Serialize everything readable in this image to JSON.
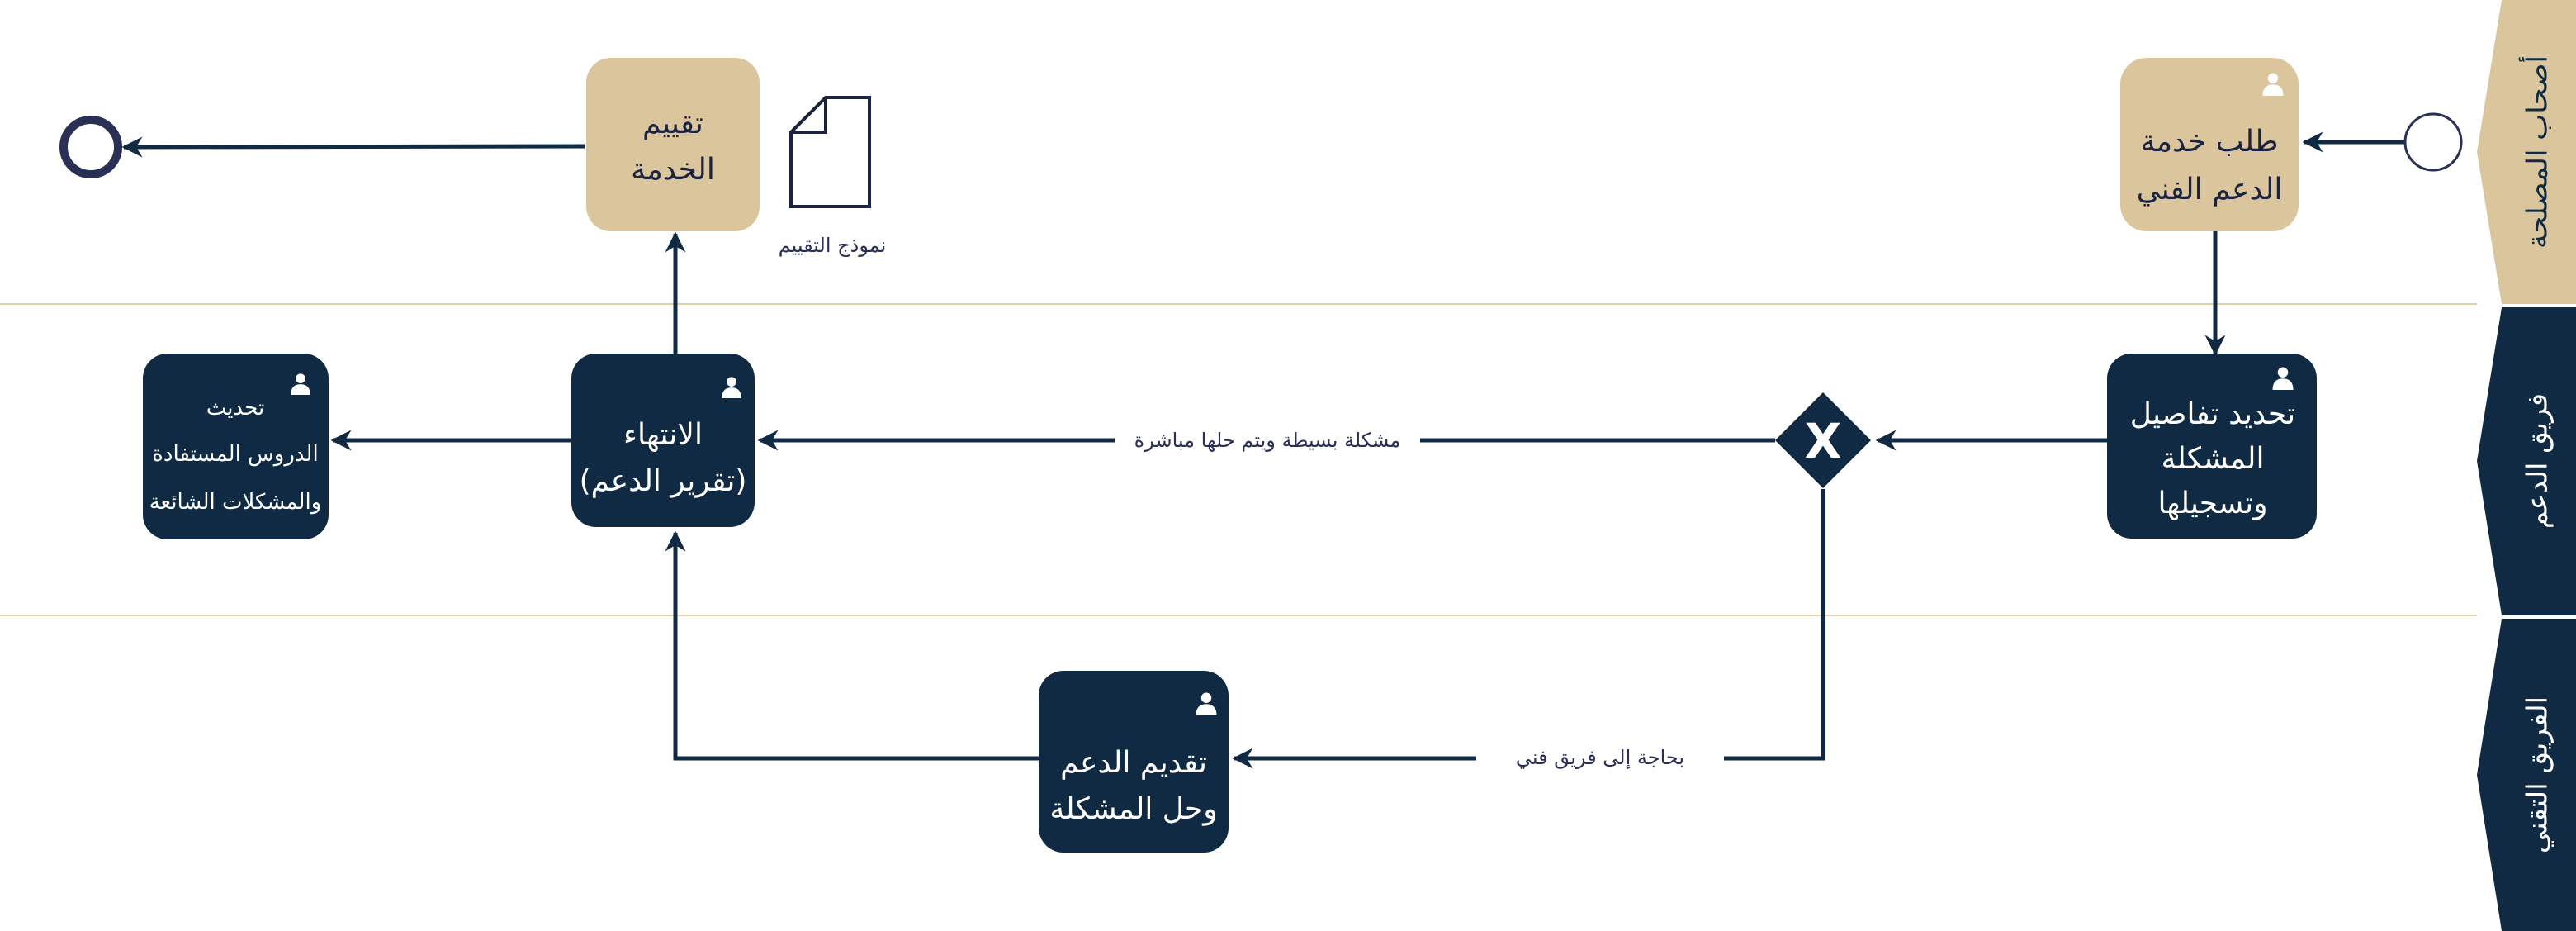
{
  "colors": {
    "navy": "#0f2a42",
    "tan": "#dbc59c",
    "divider": "#e3cfa6",
    "line": "#0f2a42",
    "event_stroke": "#2a2f55"
  },
  "lanes": [
    {
      "id": "stakeholders",
      "label": "أصحاب المصلحة"
    },
    {
      "id": "support_team",
      "label": "فريق الدعم"
    },
    {
      "id": "technical_team",
      "label": "الفريق التقني"
    }
  ],
  "tasks": {
    "request_service": {
      "lines": [
        "طلب خدمة",
        "الدعم الفني"
      ],
      "icon": "user-icon"
    },
    "evaluate_service": {
      "lines": [
        "تقييم",
        "الخدمة"
      ]
    },
    "define_problem": {
      "lines": [
        "تحديد تفاصيل",
        "المشكلة",
        "وتسجيلها"
      ],
      "icon": "user-icon"
    },
    "finish_report": {
      "lines": [
        "الانتهاء",
        "(تقرير الدعم)"
      ],
      "icon": "user-icon"
    },
    "update_lessons": {
      "lines": [
        "تحديث",
        "الدروس المستفادة",
        "والمشكلات الشائعة"
      ],
      "icon": "user-icon"
    },
    "provide_support": {
      "lines": [
        "تقديم الدعم",
        "وحل المشكلة"
      ],
      "icon": "user-icon"
    }
  },
  "gateway": {
    "symbol": "X"
  },
  "document": {
    "label": "نموذج التقييم"
  },
  "flow_labels": {
    "simple_problem": "مشكلة بسيطة ويتم حلها مباشرة",
    "needs_technical": "بحاجة إلى فريق فني"
  }
}
